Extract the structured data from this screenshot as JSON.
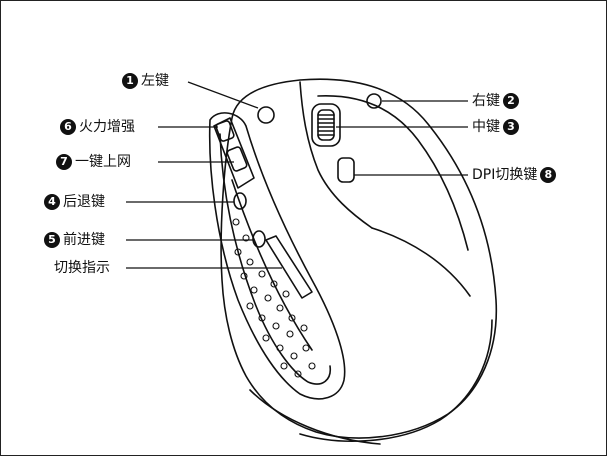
{
  "labels": [
    {
      "num": "1",
      "text": "左键",
      "side": "left"
    },
    {
      "num": "6",
      "text": "火力增强",
      "side": "left"
    },
    {
      "num": "7",
      "text": "一键上网",
      "side": "left"
    },
    {
      "num": "4",
      "text": "后退键",
      "side": "left"
    },
    {
      "num": "5",
      "text": "前进键",
      "side": "left"
    },
    {
      "num": "",
      "text": "切换指示",
      "side": "left"
    },
    {
      "num": "2",
      "text": "右键",
      "side": "right"
    },
    {
      "num": "3",
      "text": "中键",
      "side": "right"
    },
    {
      "num": "8",
      "text": "DPI切换键",
      "side": "right"
    }
  ],
  "colors": {
    "line": "#111111",
    "background": "#ffffff"
  }
}
